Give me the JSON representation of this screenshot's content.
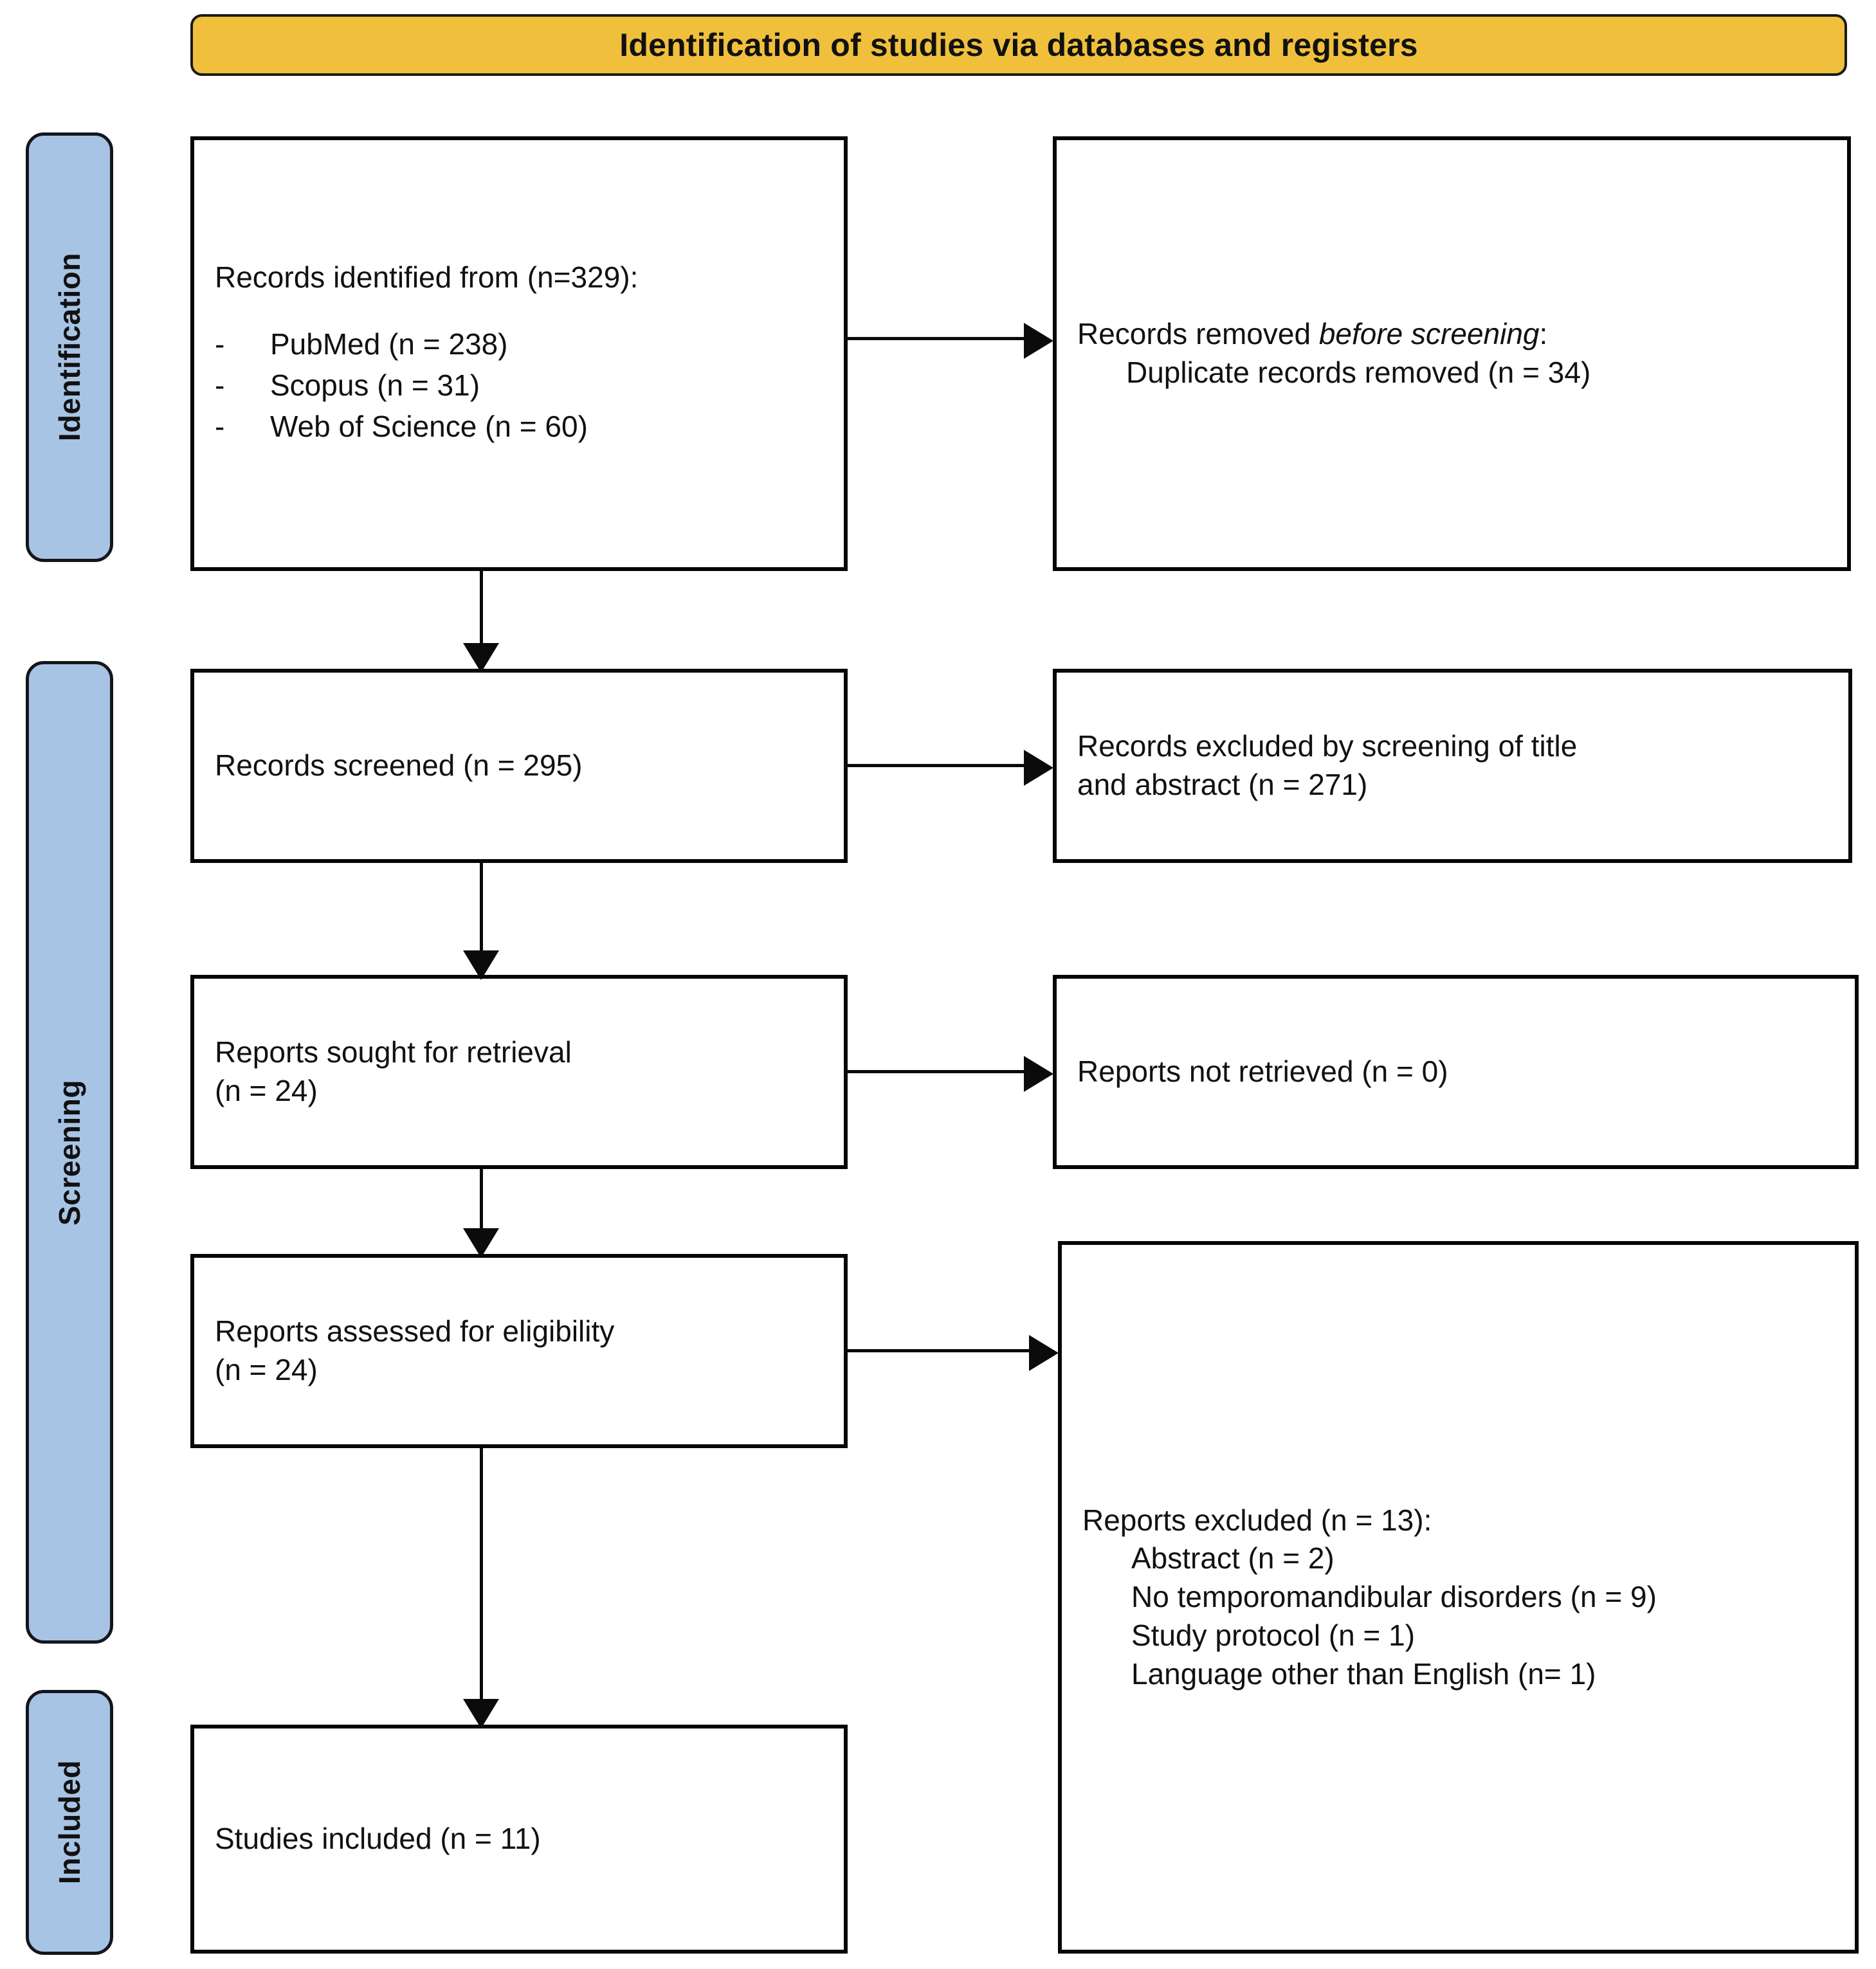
{
  "header": {
    "title": "Identification of studies via databases and registers",
    "background_color": "#F0C03C"
  },
  "stages": {
    "identification": "Identification",
    "screening": "Screening",
    "included": "Included",
    "background_color": "#A8C4E5"
  },
  "boxes": {
    "identified": {
      "heading": "Records identified from (n=329):",
      "sources": [
        "PubMed (n = 238)",
        "Scopus (n = 31)",
        "Web of Science (n = 60)"
      ],
      "bullet_marker": "-"
    },
    "removed": {
      "line1_prefix": "Records removed ",
      "line1_italic": "before screening",
      "line1_suffix": ":",
      "line2": "Duplicate records removed (n = 34)"
    },
    "screened": {
      "line1": "Records screened (n = 295)"
    },
    "excluded_screening": {
      "line1": "Records excluded by screening of title",
      "line2": "and abstract (n = 271)"
    },
    "sought": {
      "line1": "Reports sought for retrieval",
      "line2": "(n = 24)"
    },
    "not_retrieved": {
      "line1": "Reports not retrieved (n = 0)"
    },
    "assessed": {
      "line1": "Reports assessed for eligibility",
      "line2": "(n = 24)"
    },
    "excluded_reports": {
      "heading": "Reports excluded (n = 13):",
      "reasons": [
        "Abstract (n = 2)",
        "No temporomandibular disorders (n = 9)",
        "Study protocol (n = 1)",
        "Language other than English (n= 1)"
      ]
    },
    "included": {
      "line1": "Studies included (n = 11)"
    }
  },
  "chart_data": {
    "type": "diagram",
    "title": "Identification of studies via databases and registers",
    "nodes": [
      {
        "id": "identified",
        "stage": "Identification",
        "label": "Records identified from",
        "n": 329,
        "breakdown": [
          {
            "source": "PubMed",
            "n": 238
          },
          {
            "source": "Scopus",
            "n": 31
          },
          {
            "source": "Web of Science",
            "n": 60
          }
        ]
      },
      {
        "id": "removed",
        "stage": "Identification",
        "label": "Records removed before screening: Duplicate records removed",
        "n": 34
      },
      {
        "id": "screened",
        "stage": "Screening",
        "label": "Records screened",
        "n": 295
      },
      {
        "id": "excluded_screening",
        "stage": "Screening",
        "label": "Records excluded by screening of title and abstract",
        "n": 271
      },
      {
        "id": "sought",
        "stage": "Screening",
        "label": "Reports sought for retrieval",
        "n": 24
      },
      {
        "id": "not_retrieved",
        "stage": "Screening",
        "label": "Reports not retrieved",
        "n": 0
      },
      {
        "id": "assessed",
        "stage": "Screening",
        "label": "Reports assessed for eligibility",
        "n": 24
      },
      {
        "id": "excluded_reports",
        "stage": "Screening",
        "label": "Reports excluded",
        "n": 13,
        "breakdown": [
          {
            "reason": "Abstract",
            "n": 2
          },
          {
            "reason": "No temporomandibular disorders",
            "n": 9
          },
          {
            "reason": "Study protocol",
            "n": 1
          },
          {
            "reason": "Language other than English",
            "n": 1
          }
        ]
      },
      {
        "id": "included",
        "stage": "Included",
        "label": "Studies included",
        "n": 11
      }
    ],
    "edges": [
      {
        "from": "identified",
        "to": "removed"
      },
      {
        "from": "identified",
        "to": "screened"
      },
      {
        "from": "screened",
        "to": "excluded_screening"
      },
      {
        "from": "screened",
        "to": "sought"
      },
      {
        "from": "sought",
        "to": "not_retrieved"
      },
      {
        "from": "sought",
        "to": "assessed"
      },
      {
        "from": "assessed",
        "to": "excluded_reports"
      },
      {
        "from": "assessed",
        "to": "included"
      }
    ]
  }
}
